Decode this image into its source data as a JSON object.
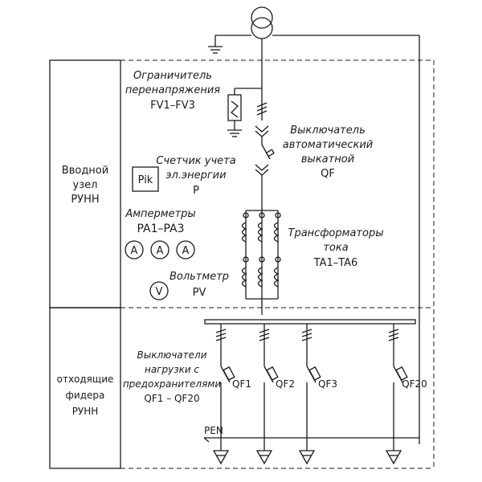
{
  "sections": {
    "input": [
      "Вводной",
      "узел",
      "РУНН"
    ],
    "output": [
      "отходящие",
      "фидера",
      "РУНН"
    ]
  },
  "surge": [
    "Ограничитель",
    "перенапряжения",
    "FV1–FV3"
  ],
  "breaker": [
    "Выключатель",
    "автоматический",
    "выкатной",
    "QF"
  ],
  "meter": {
    "box": "Pik",
    "caption": [
      "Счетчик учета",
      "эл.энергии",
      "P"
    ]
  },
  "ammeters": {
    "caption": [
      "Амперметры",
      "PA1–PA3"
    ],
    "symbol": "A"
  },
  "voltmeter": {
    "caption": [
      "Вольтметр",
      "PV"
    ],
    "symbol": "V"
  },
  "ct": [
    "Трансформаторы",
    "тока",
    "TA1–TA6"
  ],
  "loadbreak": [
    "Выключатели",
    "нагрузки с",
    "предохранителями",
    "QF1 – QF20"
  ],
  "feeders": [
    "QF1",
    "QF2",
    "QF3",
    "QF20"
  ],
  "pen": "PEN"
}
